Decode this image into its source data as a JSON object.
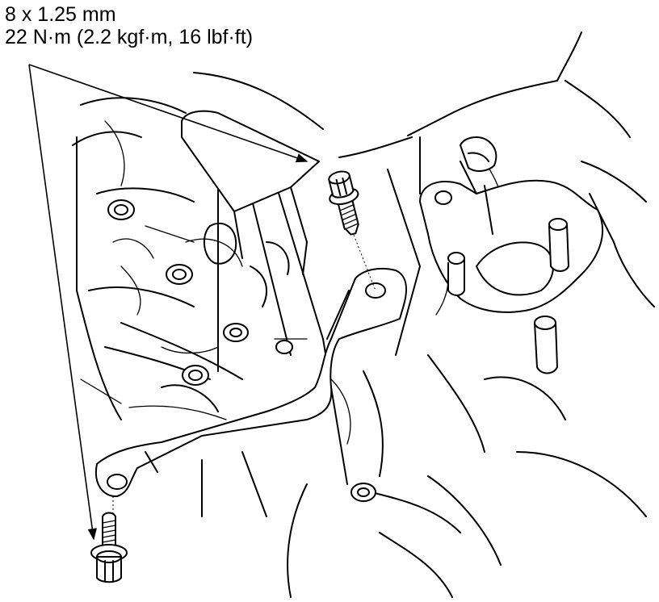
{
  "callout": {
    "thread_spec": "8 x 1.25 mm",
    "torque_spec": "22 N·m (2.2 kgf·m, 16 lbf·ft)"
  },
  "colors": {
    "ink": "#000000",
    "paper": "#ffffff"
  },
  "parts": [
    "engine-block",
    "mount-bracket",
    "upper-bolt",
    "lower-bolt",
    "side-mount-flange"
  ]
}
